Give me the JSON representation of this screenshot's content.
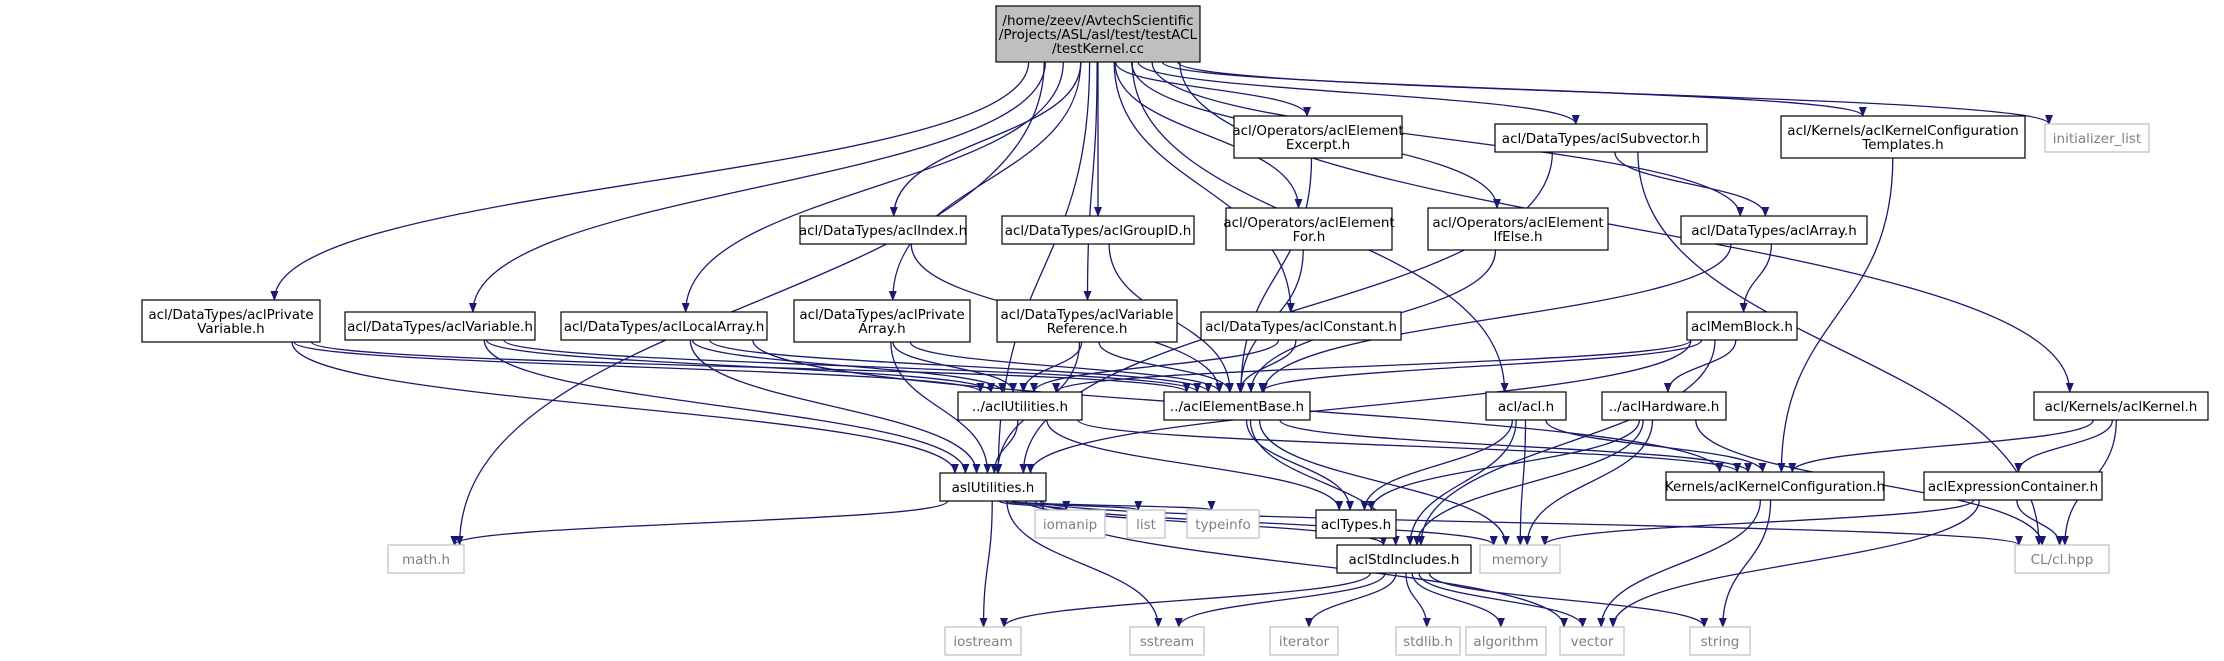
{
  "colors": {
    "root_fill": "#bfbfbf",
    "node_fill": "#ffffff",
    "node_border": "#000000",
    "external_border": "#bfbfbf",
    "external_text": "#7f7f7f",
    "text": "#000000",
    "edge": "#191970"
  },
  "nodes": [
    {
      "id": "root",
      "kind": "root",
      "lines": [
        "/home/zeev/AvtechScientific",
        "/Projects/ASL/asl/test/testACL",
        "/testKernel.cc"
      ]
    },
    {
      "id": "elemExcerpt",
      "kind": "file",
      "lines": [
        "acl/Operators/aclElement",
        "Excerpt.h"
      ]
    },
    {
      "id": "subvector",
      "kind": "file",
      "lines": [
        "acl/DataTypes/aclSubvector.h"
      ]
    },
    {
      "id": "kcTemplates",
      "kind": "file",
      "lines": [
        "acl/Kernels/aclKernelConfiguration",
        "Templates.h"
      ]
    },
    {
      "id": "initlist",
      "kind": "external",
      "lines": [
        "initializer_list"
      ]
    },
    {
      "id": "index",
      "kind": "file",
      "lines": [
        "acl/DataTypes/aclIndex.h"
      ]
    },
    {
      "id": "groupid",
      "kind": "file",
      "lines": [
        "acl/DataTypes/aclGroupID.h"
      ]
    },
    {
      "id": "elemFor",
      "kind": "file",
      "lines": [
        "acl/Operators/aclElement",
        "For.h"
      ]
    },
    {
      "id": "elemIfElse",
      "kind": "file",
      "lines": [
        "acl/Operators/aclElement",
        "IfElse.h"
      ]
    },
    {
      "id": "array",
      "kind": "file",
      "lines": [
        "acl/DataTypes/aclArray.h"
      ]
    },
    {
      "id": "privVar",
      "kind": "file",
      "lines": [
        "acl/DataTypes/aclPrivate",
        "Variable.h"
      ]
    },
    {
      "id": "variable",
      "kind": "file",
      "lines": [
        "acl/DataTypes/aclVariable.h"
      ]
    },
    {
      "id": "localArray",
      "kind": "file",
      "lines": [
        "acl/DataTypes/aclLocalArray.h"
      ]
    },
    {
      "id": "privArray",
      "kind": "file",
      "lines": [
        "acl/DataTypes/aclPrivate",
        "Array.h"
      ]
    },
    {
      "id": "varRef",
      "kind": "file",
      "lines": [
        "acl/DataTypes/aclVariable",
        "Reference.h"
      ]
    },
    {
      "id": "constant",
      "kind": "file",
      "lines": [
        "acl/DataTypes/aclConstant.h"
      ]
    },
    {
      "id": "memblock",
      "kind": "file",
      "lines": [
        "aclMemBlock.h"
      ]
    },
    {
      "id": "aclUtil",
      "kind": "file",
      "lines": [
        "../aclUtilities.h"
      ]
    },
    {
      "id": "elemBase",
      "kind": "file",
      "lines": [
        "../aclElementBase.h"
      ]
    },
    {
      "id": "aclh",
      "kind": "file",
      "lines": [
        "acl/acl.h"
      ]
    },
    {
      "id": "hardware",
      "kind": "file",
      "lines": [
        "../aclHardware.h"
      ]
    },
    {
      "id": "kernel",
      "kind": "file",
      "lines": [
        "acl/Kernels/aclKernel.h"
      ]
    },
    {
      "id": "aslUtil",
      "kind": "file",
      "lines": [
        "aslUtilities.h"
      ]
    },
    {
      "id": "types",
      "kind": "file",
      "lines": [
        "aclTypes.h"
      ]
    },
    {
      "id": "kconfig",
      "kind": "file",
      "lines": [
        "Kernels/aclKernelConfiguration.h"
      ]
    },
    {
      "id": "exprCont",
      "kind": "file",
      "lines": [
        "aclExpressionContainer.h"
      ]
    },
    {
      "id": "iomanip",
      "kind": "external",
      "lines": [
        "iomanip"
      ]
    },
    {
      "id": "list",
      "kind": "external",
      "lines": [
        "list"
      ]
    },
    {
      "id": "typeinfo",
      "kind": "external",
      "lines": [
        "typeinfo"
      ]
    },
    {
      "id": "stdinc",
      "kind": "file",
      "lines": [
        "aclStdIncludes.h"
      ]
    },
    {
      "id": "memory",
      "kind": "external",
      "lines": [
        "memory"
      ]
    },
    {
      "id": "clhpp",
      "kind": "external",
      "lines": [
        "CL/cl.hpp"
      ]
    },
    {
      "id": "math",
      "kind": "external",
      "lines": [
        "math.h"
      ]
    },
    {
      "id": "iostream",
      "kind": "external",
      "lines": [
        "iostream"
      ]
    },
    {
      "id": "sstream",
      "kind": "external",
      "lines": [
        "sstream"
      ]
    },
    {
      "id": "iterator",
      "kind": "external",
      "lines": [
        "iterator"
      ]
    },
    {
      "id": "stdlib",
      "kind": "external",
      "lines": [
        "stdlib.h"
      ]
    },
    {
      "id": "algorithm",
      "kind": "external",
      "lines": [
        "algorithm"
      ]
    },
    {
      "id": "vector",
      "kind": "external",
      "lines": [
        "vector"
      ]
    },
    {
      "id": "string",
      "kind": "external",
      "lines": [
        "string"
      ]
    }
  ],
  "edges": [
    [
      "root",
      "math"
    ],
    [
      "root",
      "aslUtil"
    ],
    [
      "root",
      "privVar"
    ],
    [
      "root",
      "variable"
    ],
    [
      "root",
      "localArray"
    ],
    [
      "root",
      "privArray"
    ],
    [
      "root",
      "varRef"
    ],
    [
      "root",
      "constant"
    ],
    [
      "root",
      "index"
    ],
    [
      "root",
      "groupid"
    ],
    [
      "root",
      "elemFor"
    ],
    [
      "root",
      "elemIfElse"
    ],
    [
      "root",
      "elemExcerpt"
    ],
    [
      "root",
      "subvector"
    ],
    [
      "root",
      "array"
    ],
    [
      "root",
      "kcTemplates"
    ],
    [
      "root",
      "initlist"
    ],
    [
      "root",
      "kernel"
    ],
    [
      "root",
      "aclh"
    ],
    [
      "elemExcerpt",
      "elemBase"
    ],
    [
      "subvector",
      "array"
    ],
    [
      "subvector",
      "aslUtil"
    ],
    [
      "subvector",
      "clhpp"
    ],
    [
      "kcTemplates",
      "kconfig"
    ],
    [
      "index",
      "elemBase"
    ],
    [
      "groupid",
      "elemBase"
    ],
    [
      "elemFor",
      "elemBase"
    ],
    [
      "elemIfElse",
      "elemBase"
    ],
    [
      "array",
      "memblock"
    ],
    [
      "array",
      "elemBase"
    ],
    [
      "privVar",
      "aclUtil"
    ],
    [
      "privVar",
      "elemBase"
    ],
    [
      "privVar",
      "aslUtil"
    ],
    [
      "variable",
      "aclUtil"
    ],
    [
      "variable",
      "elemBase"
    ],
    [
      "variable",
      "aslUtil"
    ],
    [
      "localArray",
      "aclUtil"
    ],
    [
      "localArray",
      "elemBase"
    ],
    [
      "localArray",
      "aslUtil"
    ],
    [
      "localArray",
      "kconfig"
    ],
    [
      "privArray",
      "aclUtil"
    ],
    [
      "privArray",
      "elemBase"
    ],
    [
      "privArray",
      "aslUtil"
    ],
    [
      "varRef",
      "aclUtil"
    ],
    [
      "varRef",
      "elemBase"
    ],
    [
      "varRef",
      "aslUtil"
    ],
    [
      "constant",
      "aclUtil"
    ],
    [
      "constant",
      "elemBase"
    ],
    [
      "memblock",
      "elemBase"
    ],
    [
      "memblock",
      "aclUtil"
    ],
    [
      "memblock",
      "hardware"
    ],
    [
      "memblock",
      "aslUtil"
    ],
    [
      "memblock",
      "stdinc"
    ],
    [
      "aclUtil",
      "aslUtil"
    ],
    [
      "aclUtil",
      "types"
    ],
    [
      "aclUtil",
      "kconfig"
    ],
    [
      "elemBase",
      "types"
    ],
    [
      "elemBase",
      "stdinc"
    ],
    [
      "elemBase",
      "memory"
    ],
    [
      "elemBase",
      "kconfig"
    ],
    [
      "aclh",
      "types"
    ],
    [
      "aclh",
      "stdinc"
    ],
    [
      "aclh",
      "memory"
    ],
    [
      "aclh",
      "kconfig"
    ],
    [
      "hardware",
      "types"
    ],
    [
      "hardware",
      "stdinc"
    ],
    [
      "hardware",
      "memory"
    ],
    [
      "hardware",
      "clhpp"
    ],
    [
      "kernel",
      "kconfig"
    ],
    [
      "kernel",
      "exprCont"
    ],
    [
      "kernel",
      "clhpp"
    ],
    [
      "exprCont",
      "memory"
    ],
    [
      "exprCont",
      "clhpp"
    ],
    [
      "exprCont",
      "vector"
    ],
    [
      "kconfig",
      "vector"
    ],
    [
      "kconfig",
      "string"
    ],
    [
      "aslUtil",
      "math"
    ],
    [
      "aslUtil",
      "iomanip"
    ],
    [
      "aslUtil",
      "list"
    ],
    [
      "aslUtil",
      "typeinfo"
    ],
    [
      "aslUtil",
      "stdinc"
    ],
    [
      "aslUtil",
      "memory"
    ],
    [
      "aslUtil",
      "clhpp"
    ],
    [
      "aslUtil",
      "iostream"
    ],
    [
      "aslUtil",
      "sstream"
    ],
    [
      "aslUtil",
      "vector"
    ],
    [
      "stdinc",
      "iostream"
    ],
    [
      "stdinc",
      "sstream"
    ],
    [
      "stdinc",
      "iterator"
    ],
    [
      "stdinc",
      "stdlib"
    ],
    [
      "stdinc",
      "algorithm"
    ],
    [
      "stdinc",
      "vector"
    ],
    [
      "stdinc",
      "string"
    ]
  ]
}
